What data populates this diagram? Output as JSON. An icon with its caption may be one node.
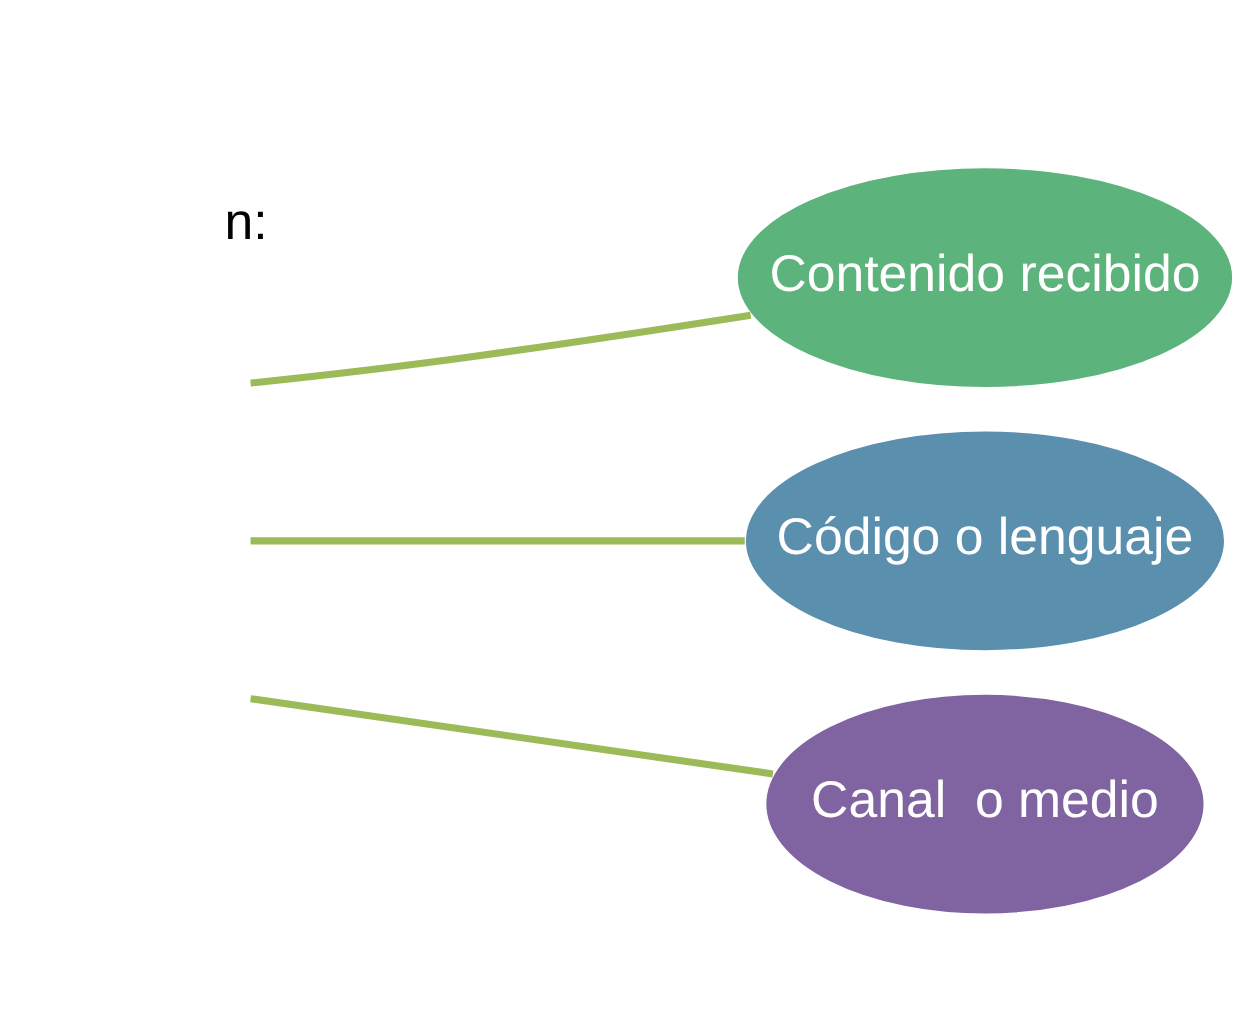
{
  "diagram": {
    "nodes": [
      {
        "text": [
          "Contenido recibido"
        ]
      },
      {
        "text": [
          "Código o lenguaje"
        ]
      },
      {
        "text": [
          "Canal  o medio"
        ]
      }
    ],
    "edges": [
      {
        "from": null,
        "to": 0,
        "arrow": "none"
      },
      {
        "from": null,
        "to": 1,
        "arrow": "none"
      },
      {
        "from": null,
        "to": 2,
        "arrow": "none"
      }
    ],
    "labels": [
      "n:"
    ]
  }
}
